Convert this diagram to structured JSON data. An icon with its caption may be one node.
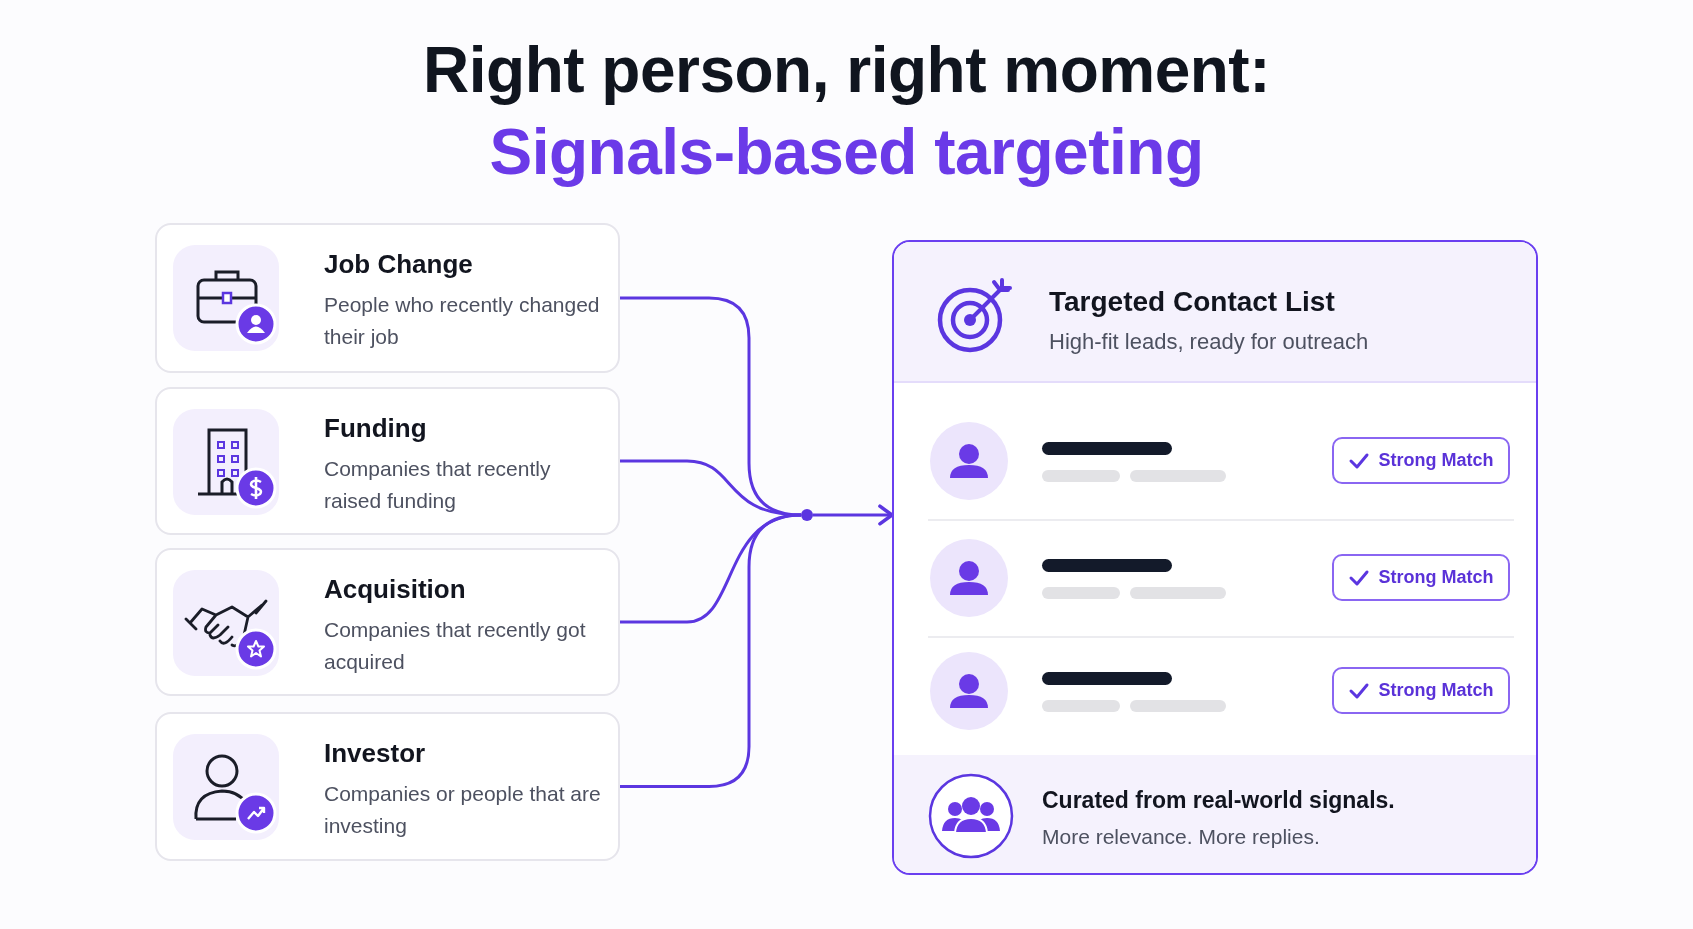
{
  "diagram": {
    "title": "Right person, right moment:",
    "nodes": [
      {
        "text": [
          "Job Change",
          "People who recently changed their job"
        ]
      },
      {
        "text": [
          "Funding",
          "Companies that recently raised funding"
        ]
      },
      {
        "text": [
          "Acquisition",
          "Companies that recently got acquired"
        ]
      },
      {
        "text": [
          "Investor",
          "Companies or people that are investing"
        ]
      },
      {
        "text": [],
        "shape": "circle"
      },
      {
        "text": [
          "Targeted Contact List",
          "High-fit leads, ready for outreach"
        ]
      },
      {
        "text": [
          "Strong Match"
        ],
        "in": 5
      },
      {
        "text": [
          "Strong Match"
        ],
        "in": 5
      },
      {
        "text": [
          "Strong Match"
        ],
        "in": 5
      },
      {
        "text": [
          "Curated from real-world signals.",
          "More relevance. More replies."
        ],
        "in": 5
      }
    ],
    "edges": [
      {
        "from": 0,
        "to": 4,
        "arrow": "none"
      },
      {
        "from": 1,
        "to": 4,
        "arrow": "none"
      },
      {
        "from": 2,
        "to": 4,
        "arrow": "none"
      },
      {
        "from": 3,
        "to": 4,
        "arrow": "none"
      },
      {
        "from": 4,
        "to": 5,
        "arrow": "to"
      }
    ],
    "labels": [
      "Signals-based targeting"
    ]
  }
}
